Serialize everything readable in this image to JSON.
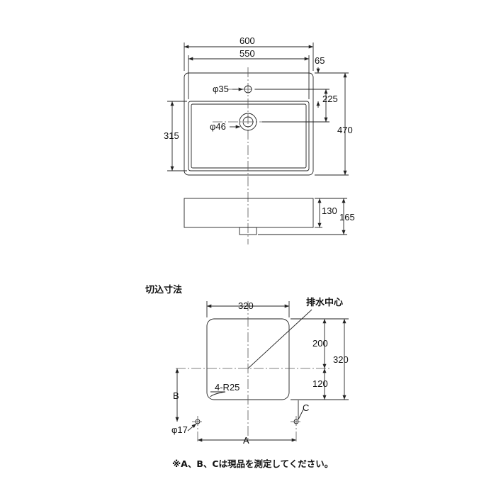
{
  "top_view": {
    "dim_width_outer": "600",
    "dim_width_inner": "550",
    "dim_side_margin": "65",
    "dim_drain_offset": "225",
    "dim_depth_total": "470",
    "dim_bowl_depth": "315",
    "dim_overflow_hole": "φ35",
    "dim_drain_hole": "φ46"
  },
  "side_view": {
    "dim_inner_height": "130",
    "dim_total_height": "165"
  },
  "cutout": {
    "title": "切込寸法",
    "dim_width": "320",
    "dim_depth": "320",
    "dim_upper": "200",
    "dim_lower": "120",
    "drain_center_label": "排水中心",
    "corner_radius_label": "4-R25",
    "label_a": "A",
    "label_b": "B",
    "label_c": "C",
    "mount_hole": "φ17"
  },
  "footnote": "※A、B、Cは現品を測定してください。"
}
